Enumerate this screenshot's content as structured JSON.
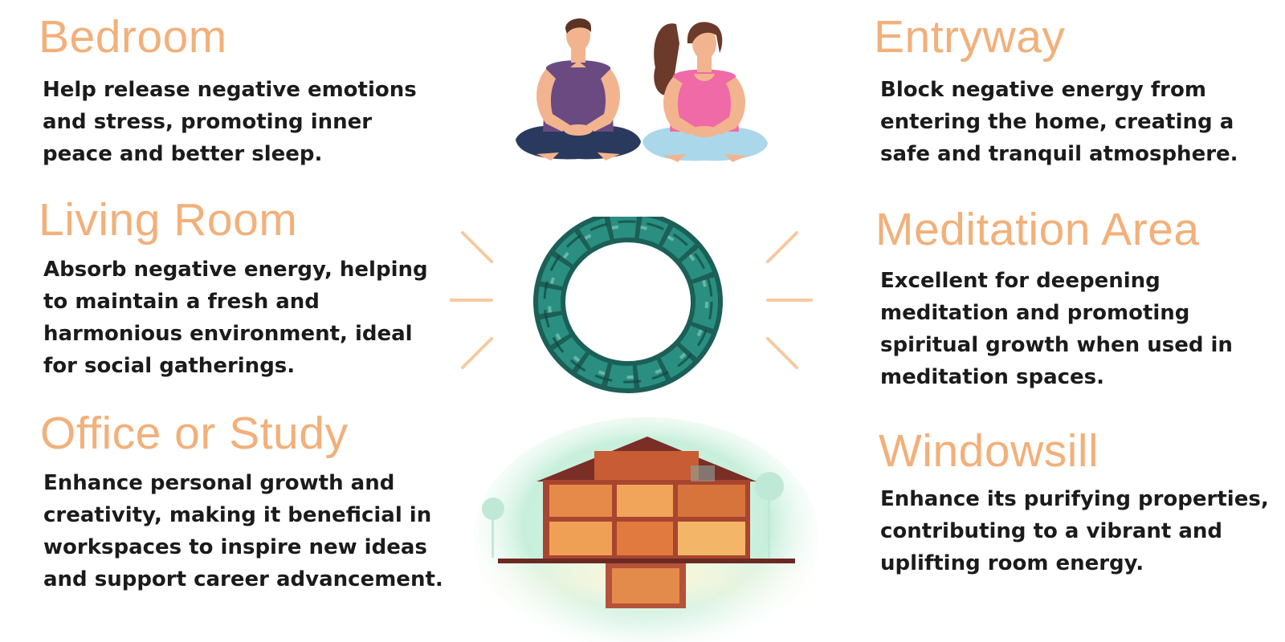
{
  "sections": {
    "bedroom": {
      "title": "Bedroom",
      "text": "Help release negative emotions\nand stress, promoting inner\npeace and better sleep."
    },
    "living_room": {
      "title": "Living Room",
      "text": "Absorb negative energy, helping\nto maintain a fresh and\nharmonious environment, ideal\nfor social gatherings."
    },
    "office": {
      "title": "Office or Study",
      "text": "Enhance personal growth and\ncreativity, making it beneficial in\nworkspaces to inspire new ideas\nand support career advancement."
    },
    "entryway": {
      "title": "Entryway",
      "text": "Block negative energy from\nentering the home, creating a\nsafe and tranquil atmosphere."
    },
    "meditation": {
      "title": "Meditation Area",
      "text": "Excellent for deepening\nmeditation and promoting\nspiritual growth when used in\nmeditation spaces."
    },
    "windowsill": {
      "title": "Windowsill",
      "text": "Enhance its purifying properties,\ncontributing to a vibrant and\nuplifting room energy."
    }
  },
  "colors": {
    "heading": "#f2b07a",
    "body_text": "#1b1b1b",
    "background": "#ffffff",
    "bead": "#1f7a6e",
    "ray": "#f7c9a0"
  },
  "illustrations": {
    "couple": "meditating-couple-illustration",
    "bracelet": "malachite-bracelet-image",
    "house": "house-cross-section-illustration"
  }
}
